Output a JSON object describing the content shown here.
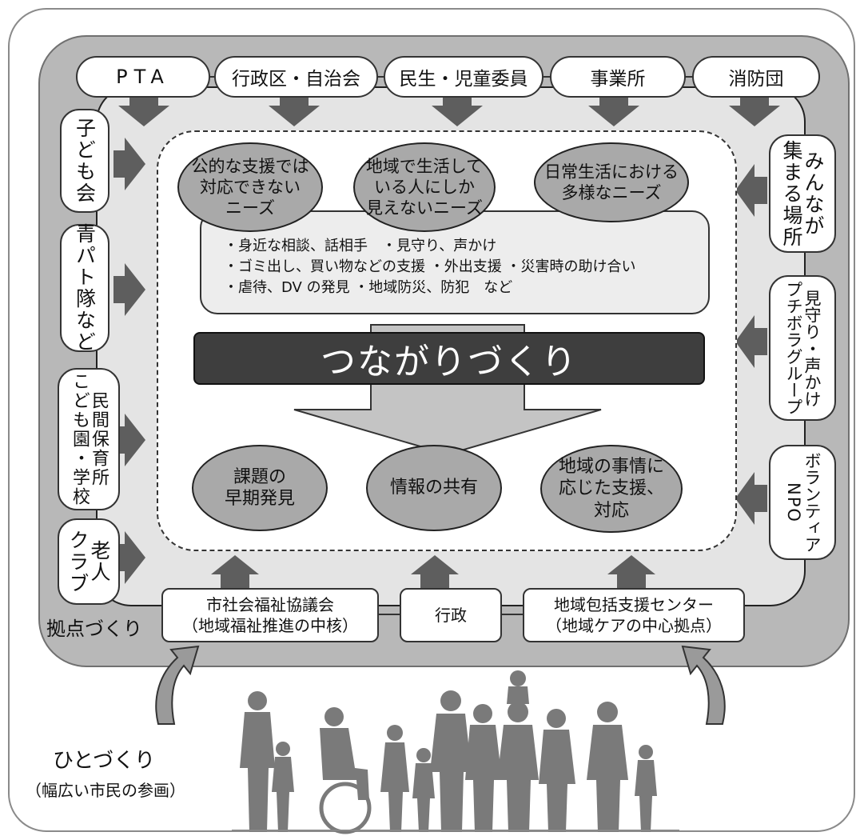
{
  "top_org": [
    "PTA",
    "行政区・自治会",
    "民生・児童委員",
    "事業所",
    "消防団"
  ],
  "left_org": [
    [
      "子ども会"
    ],
    [
      "青パト隊など"
    ],
    [
      "民間保育所",
      "こども園・学校"
    ],
    [
      "老人",
      "クラブ"
    ]
  ],
  "right_org": [
    [
      "みんなが",
      "集まる場所"
    ],
    [
      "見守り・声かけ",
      "プチボラグループ"
    ],
    [
      "ボランティア",
      "NPO"
    ]
  ],
  "needs_ellipses": [
    [
      "公的な支援では",
      "対応できない",
      "ニーズ"
    ],
    [
      "地域で生活して",
      "いる人にしか",
      "見えないニーズ"
    ],
    [
      "日常生活における",
      "多様なニーズ"
    ]
  ],
  "needs_examples": [
    "・身近な相談、話相手　・見守り、声かけ",
    "・ゴミ出し、買い物などの支援 ・外出支援 ・災害時の助け合い",
    "・虐待、DV の発見 ・地域防災、防犯　など"
  ],
  "banner": "つながりづくり",
  "outcome_ellipses": [
    [
      "課題の",
      "早期発見"
    ],
    [
      "情報の共有"
    ],
    [
      "地域の事情に",
      "応じた支援、",
      "対応"
    ]
  ],
  "bottom_org": [
    [
      "市社会福祉協議会",
      "（地域福祉推進の中核）"
    ],
    [
      "行政"
    ],
    [
      "地域包括支援センター",
      "（地域ケアの中心拠点）"
    ]
  ],
  "base_label": "拠点づくり",
  "people_label": "ひとづくり",
  "people_sublabel": "（幅広い市民の参画）",
  "colors": {
    "frame": "#b8b8b8",
    "inner": "#e4e4e4",
    "ellipse": "#a9a9a9",
    "banner": "#3e3e3e",
    "arrow": "#5e5e5e",
    "people": "#7a7a7a"
  }
}
